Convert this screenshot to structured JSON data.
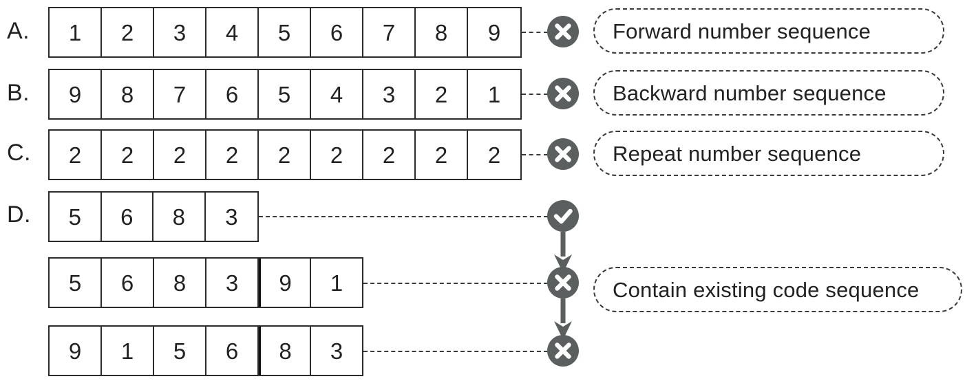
{
  "diagram": {
    "title_visible": false,
    "colors": {
      "badge_gray": "#5b5f5f",
      "line_dark": "#2b2b2b",
      "text_dark": "#222222",
      "background": "#ffffff"
    },
    "rows": [
      {
        "label": "A.",
        "cells": [
          "1",
          "2",
          "3",
          "4",
          "5",
          "6",
          "7",
          "8",
          "9"
        ],
        "thick_divider_after": null,
        "status": "reject",
        "status_icon": "cross-circle-icon",
        "callout": "Forward number sequence"
      },
      {
        "label": "B.",
        "cells": [
          "9",
          "8",
          "7",
          "6",
          "5",
          "4",
          "3",
          "2",
          "1"
        ],
        "thick_divider_after": null,
        "status": "reject",
        "status_icon": "cross-circle-icon",
        "callout": "Backward number sequence"
      },
      {
        "label": "C.",
        "cells": [
          "2",
          "2",
          "2",
          "2",
          "2",
          "2",
          "2",
          "2",
          "2"
        ],
        "thick_divider_after": null,
        "status": "reject",
        "status_icon": "cross-circle-icon",
        "callout": "Repeat number sequence"
      },
      {
        "label": "D.",
        "cells": [
          "5",
          "6",
          "8",
          "3"
        ],
        "thick_divider_after": null,
        "status": "accept",
        "status_icon": "check-circle-icon",
        "callout": ""
      },
      {
        "label": "",
        "cells": [
          "5",
          "6",
          "8",
          "3",
          "9",
          "1"
        ],
        "thick_divider_after": 4,
        "status": "reject",
        "status_icon": "cross-circle-icon",
        "callout": "Contain existing code sequence"
      },
      {
        "label": "",
        "cells": [
          "9",
          "1",
          "5",
          "6",
          "8",
          "3"
        ],
        "thick_divider_after": 4,
        "status": "reject",
        "status_icon": "cross-circle-icon",
        "callout": ""
      }
    ],
    "flow_arrows": [
      {
        "from_row": 4,
        "to_row": 5,
        "icon": "down-arrow-icon"
      },
      {
        "from_row": 5,
        "to_row": 6,
        "icon": "down-arrow-icon"
      }
    ]
  }
}
